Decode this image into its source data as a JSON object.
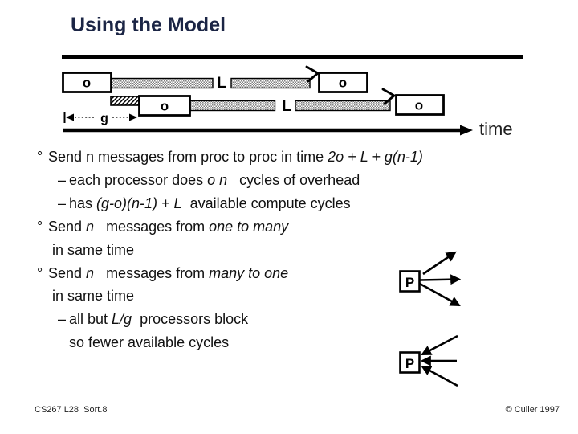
{
  "slide": {
    "title": "Using the Model",
    "footer_left": "CS267 L28  Sort.8",
    "footer_right": "© Culler 1997"
  },
  "colors": {
    "title_navy": "#1b2545",
    "body_text": "#111111",
    "diagram_black": "#000000",
    "bar_gray": "#808080"
  },
  "diagram": {
    "time_label": "time",
    "g_label": "g",
    "row1": {
      "send_overhead": "o",
      "latency": "L",
      "recv_overhead": "o"
    },
    "row2": {
      "send_overhead": "o",
      "latency": "L",
      "recv_overhead": "o"
    }
  },
  "fan_out": {
    "processor": "P"
  },
  "fan_in": {
    "processor": "P"
  },
  "bullets": {
    "line1": {
      "marker": "°",
      "text_pre": "Send n messages from proc to proc in time ",
      "math": "2o + L + g(n-1)"
    },
    "line2": {
      "marker": "–",
      "text_pre": "each processor does ",
      "math": "o n",
      "text_post": "   cycles of overhead"
    },
    "line3": {
      "marker": "–",
      "text_pre": "has ",
      "math": "(g-o)(n-1) + L",
      "text_post": "  available compute cycles"
    },
    "line4": {
      "marker": "°",
      "text_pre": "Send ",
      "math1": "n",
      "text_mid": "   messages from ",
      "math2": "one to many"
    },
    "line5": {
      "text": "in same time"
    },
    "line6": {
      "marker": "°",
      "text_pre": "Send ",
      "math1": "n",
      "text_mid": "   messages from ",
      "math2": "many to one"
    },
    "line7": {
      "text": "in same time"
    },
    "line8": {
      "marker": "–",
      "text_pre": "all but ",
      "math": "L/g",
      "text_post": "  processors block"
    },
    "line9": {
      "text": "so fewer available cycles"
    }
  }
}
